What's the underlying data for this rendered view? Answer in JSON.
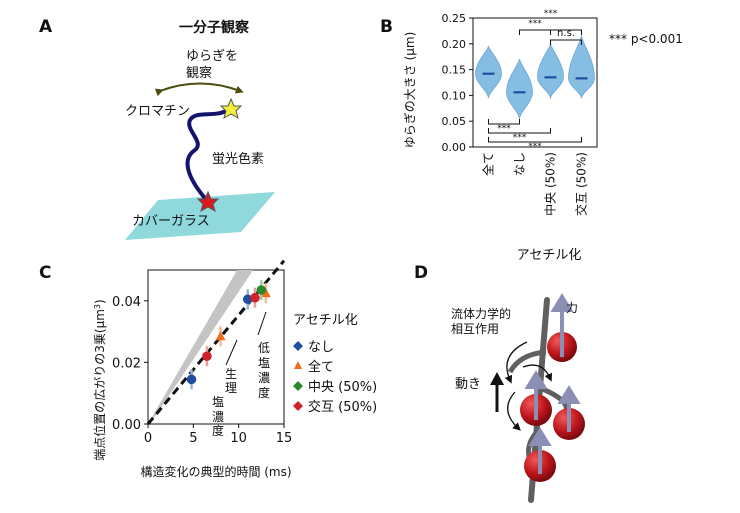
{
  "panels": {
    "A": {
      "letter": "A",
      "title": "一分子観察",
      "motion_label_line1": "ゆらぎを",
      "motion_label_line2": "観察",
      "chromatin_label": "クロマチン",
      "fluor_label": "蛍光色素",
      "glass_label": "カバーガラス",
      "colors": {
        "glass": "#8fd8dc",
        "star_yellow": "#f3f03a",
        "star_red": "#d91a1a",
        "chain": "#14146e",
        "arrow": "#4d4d10"
      }
    },
    "B": {
      "letter": "B",
      "pvalue_note": "*** p<0.001",
      "ns_label": "n.s.",
      "sig_label": "***",
      "xgroup_label": "アセチル化",
      "violin_color": "#86bde3",
      "median_color": "#1f4fa0"
    },
    "C": {
      "letter": "C",
      "legend_title": "アセチル化",
      "region_low_salt": [
        "低",
        "塩",
        "濃",
        "度"
      ],
      "region_physio": [
        "生",
        "理",
        "塩",
        "濃",
        "度"
      ],
      "ylabel_prefix": "端点位置の広がりの3乗",
      "ylabel_unit": "(μm",
      "ylabel_sup": "3",
      "ylabel_close": ")"
    },
    "D": {
      "letter": "D",
      "force_label": "力",
      "hydro_line1": "流体力学的",
      "hydro_line2": "相互作用",
      "motion_label": "動き",
      "colors": {
        "bead": "#c0161b",
        "arrow": "#8a8fb4",
        "rod": "#606060"
      }
    }
  },
  "chart_data": [
    {
      "type": "violin",
      "panel": "B",
      "ylabel": "ゆらぎの大きさ (μm)",
      "ylim": [
        0,
        0.25
      ],
      "yticks": [
        "0.00",
        "0.05",
        "0.10",
        "0.15",
        "0.20",
        "0.25"
      ],
      "categories": [
        "全て",
        "なし",
        "中央 (50%)",
        "交互 (50%)"
      ],
      "medians": [
        0.142,
        0.106,
        0.135,
        0.133
      ],
      "ranges": [
        [
          0.095,
          0.195
        ],
        [
          0.055,
          0.17
        ],
        [
          0.095,
          0.2
        ],
        [
          0.095,
          0.215
        ]
      ],
      "significance": [
        {
          "pair": [
            "なし",
            "中央 (50%)"
          ],
          "label": "***"
        },
        {
          "pair": [
            "なし",
            "交互 (50%)"
          ],
          "label": "***"
        },
        {
          "pair": [
            "中央 (50%)",
            "交互 (50%)"
          ],
          "label": "n.s."
        },
        {
          "pair": [
            "全て",
            "なし"
          ],
          "label": "***"
        },
        {
          "pair": [
            "全て",
            "中央 (50%)"
          ],
          "label": "***"
        },
        {
          "pair": [
            "全て",
            "交互 (50%)"
          ],
          "label": "***"
        }
      ]
    },
    {
      "type": "scatter",
      "panel": "C",
      "xlabel": "構造変化の典型的時間 (ms)",
      "xlim": [
        0,
        15
      ],
      "ylim": [
        0,
        0.05
      ],
      "xticks": [
        "0",
        "5",
        "10",
        "15"
      ],
      "yticks": [
        "0.00",
        "0.02",
        "0.04"
      ],
      "series": [
        {
          "name": "なし",
          "color": "#1f4fa0",
          "points": [
            [
              4.8,
              0.0145
            ],
            [
              11.0,
              0.0405
            ]
          ]
        },
        {
          "name": "全て",
          "color": "#f26b1d",
          "points": [
            [
              8.0,
              0.0285
            ],
            [
              13.0,
              0.0425
            ]
          ]
        },
        {
          "name": "中央 (50%)",
          "color": "#2a8a2a",
          "points": [
            [
              12.5,
              0.0435
            ]
          ]
        },
        {
          "name": "交互 (50%)",
          "color": "#d0202a",
          "points": [
            [
              6.5,
              0.022
            ],
            [
              11.8,
              0.041
            ]
          ]
        }
      ],
      "fit_line": [
        [
          0,
          0
        ],
        [
          15,
          0.053
        ]
      ],
      "band": [
        [
          0,
          0
        ],
        [
          10.5,
          0.05
        ]
      ]
    }
  ]
}
